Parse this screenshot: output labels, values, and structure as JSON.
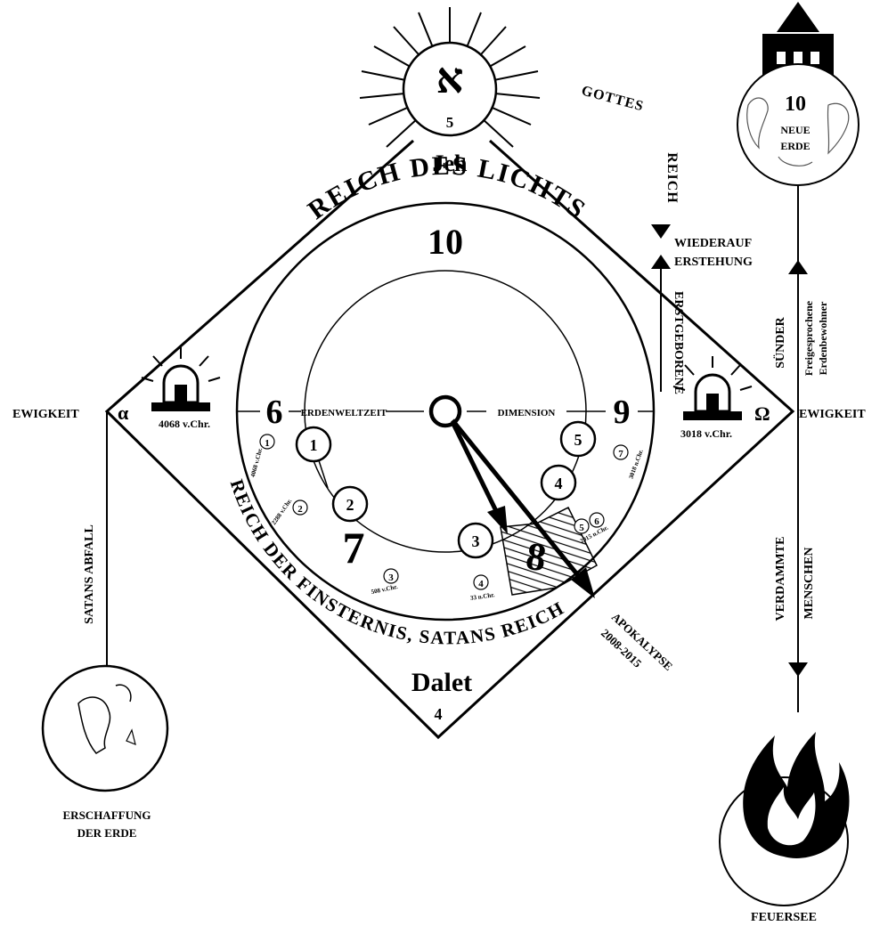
{
  "colors": {
    "ink": "#000000",
    "paper": "#ffffff",
    "hatch": "#000000"
  },
  "icons": {
    "sun": "sun-icon",
    "moon": "crescent-moon-icon",
    "lamp_left": "siren-lamp-icon",
    "lamp_right": "siren-lamp-icon",
    "earth": "globe-icon",
    "city": "temple-house-icon",
    "fire": "flame-icon"
  },
  "top": {
    "aleph": "א",
    "aleph_number": "5",
    "name": "Jeh"
  },
  "bottom": {
    "name": "Dalet",
    "number": "4"
  },
  "kingdoms": {
    "light": "REICH DES LICHTS",
    "light_number": "10",
    "darkness": "REICH DER FINSTERNIS, SATANS REICH"
  },
  "axis": {
    "left_number": "6",
    "left_label": "ERDENWELTZEIT",
    "right_label": "DIMENSION",
    "right_number": "9",
    "seven": "7",
    "eight": "8"
  },
  "nodes": [
    "1",
    "2",
    "3",
    "4",
    "5"
  ],
  "dates": [
    {
      "num": "1",
      "text": "4068 v.Chr."
    },
    {
      "num": "2",
      "text": "2288 v.Chr."
    },
    {
      "num": "3",
      "text": "508 v.Chr."
    },
    {
      "num": "4",
      "text": "33 n.Chr."
    },
    {
      "num": "5",
      "num2": "6",
      "text": "2015 n.Chr."
    },
    {
      "num": "7",
      "text": "3018 n.Chr."
    }
  ],
  "left": {
    "eternity": "EWIGKEIT",
    "alpha": "α",
    "year": "4068 v.Chr.",
    "fall": "SATANS ABFALL",
    "creation_1": "ERSCHAFFUNG",
    "creation_2": "DER ERDE"
  },
  "right": {
    "eternity": "EWIGKEIT",
    "omega": "Ω",
    "year": "3018 v.Chr."
  },
  "gods_kingdom_1": "GOTTES",
  "gods_kingdom_2": "REICH",
  "resurrection_1": "WIEDERAUF",
  "resurrection_2": "ERSTEHUNG",
  "firstborn": "ERSTGEBORENE",
  "sinners": "SÜNDER",
  "acquitted_1": "Freigesprochene",
  "acquitted_2": "Erdenbewohner",
  "damned_1": "VERDAMMTE",
  "damned_2": "MENSCHEN",
  "apocalypse_1": "APOKALYPSE",
  "apocalypse_2": "2008-2015",
  "new_earth": {
    "number": "10",
    "line1": "NEUE",
    "line2": "ERDE"
  },
  "fire_lake": "FEUERSEE"
}
